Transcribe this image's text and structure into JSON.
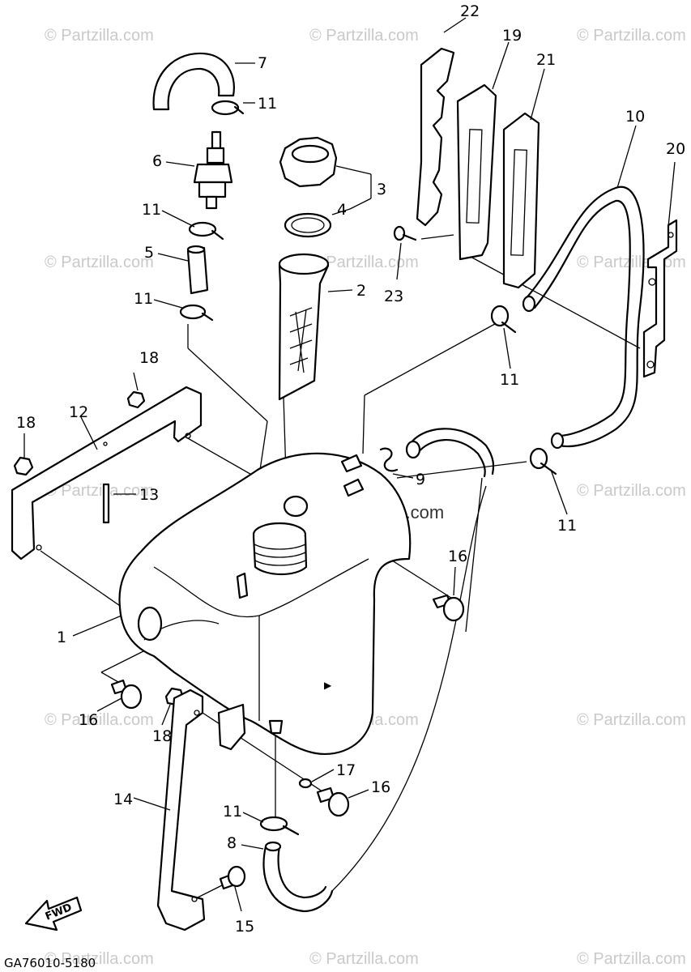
{
  "watermark": "© Partzilla.com",
  "drawing_code": "GA76010-5180",
  "fwd_label": "FWD",
  "callouts": {
    "c1": "1",
    "c2": "2",
    "c3": "3",
    "c4": "4",
    "c5": "5",
    "c6": "6",
    "c7": "7",
    "c8": "8",
    "c9": "9",
    "c10": "10",
    "c11a": "11",
    "c11b": "11",
    "c11c": "11",
    "c11d": "11",
    "c11e": "11",
    "c11f": "11",
    "c12": "12",
    "c13": "13",
    "c14": "14",
    "c15": "15",
    "c16a": "16",
    "c16b": "16",
    "c16c": "16",
    "c17": "17",
    "c18a": "18",
    "c18b": "18",
    "c18c": "18",
    "c19": "19",
    "c20": "20",
    "c21": "21",
    "c22": "22",
    "c23": "23"
  }
}
